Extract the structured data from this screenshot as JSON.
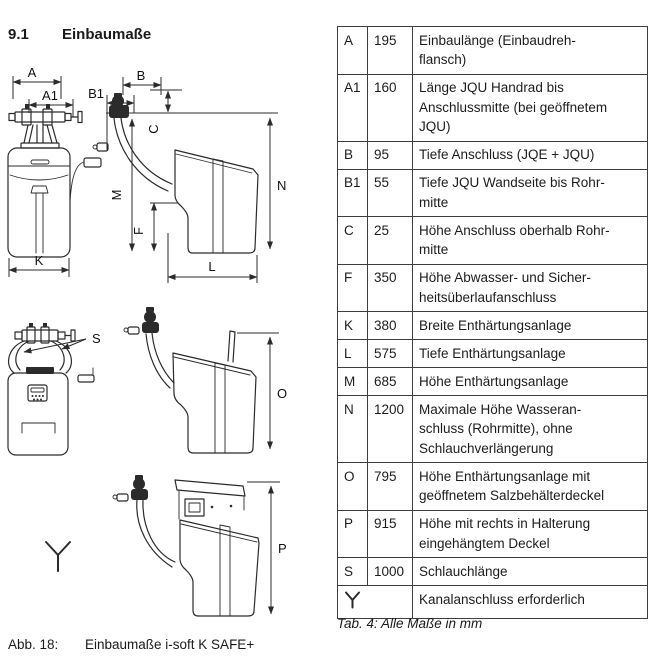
{
  "page": {
    "heading_number": "9.1",
    "heading_title": "Einbaumaße",
    "figure_caption_label": "Abb. 18:",
    "figure_caption_text": "Einbaumaße i-soft K SAFE+",
    "table_caption": "Tab. 4: Alle Maße in mm"
  },
  "dimensions_table": {
    "unit": "mm",
    "rows": [
      {
        "key": "A",
        "value": "195",
        "description": "Einbaulänge (Einbaudreh-\nflansch)"
      },
      {
        "key": "A1",
        "value": "160",
        "description": "Länge JQU Handrad bis\nAnschlussmitte (bei geöffnetem\nJQU)"
      },
      {
        "key": "B",
        "value": "95",
        "description": "Tiefe Anschluss (JQE + JQU)"
      },
      {
        "key": "B1",
        "value": "55",
        "description": "Tiefe JQU Wandseite bis Rohr-\nmitte"
      },
      {
        "key": "C",
        "value": "25",
        "description": "Höhe Anschluss oberhalb Rohr-\nmitte"
      },
      {
        "key": "F",
        "value": "350",
        "description": "Höhe Abwasser- und Sicher-\nheitsüberlaufanschluss"
      },
      {
        "key": "K",
        "value": "380",
        "description": "Breite Enthärtungsanlage"
      },
      {
        "key": "L",
        "value": "575",
        "description": "Tiefe Enthärtungsanlage"
      },
      {
        "key": "M",
        "value": "685",
        "description": "Höhe Enthärtungsanlage"
      },
      {
        "key": "N",
        "value": "1200",
        "description": "Maximale Höhe Wasseran-\nschluss (Rohrmitte), ohne\nSchlauchverlängerung"
      },
      {
        "key": "O",
        "value": "795",
        "description": "Höhe Enthärtungsanlage mit\ngeöffnetem Salzbehälterdeckel"
      },
      {
        "key": "P",
        "value": "915",
        "description": "Höhe mit rechts in Halterung\neingehängtem Deckel"
      },
      {
        "key": "S",
        "value": "1000",
        "description": "Schlauchlänge"
      }
    ],
    "symbol_row": {
      "symbol": "drain-connection-y",
      "description": "Kanalanschluss erforderlich"
    }
  },
  "figure": {
    "labels": {
      "A": "A",
      "A1": "A1",
      "K": "K",
      "B": "B",
      "B1": "B1",
      "C": "C",
      "M": "M",
      "F": "F",
      "N": "N",
      "L": "L",
      "S": "S",
      "O": "O",
      "P": "P"
    },
    "symbol": "drain-connection-y"
  }
}
